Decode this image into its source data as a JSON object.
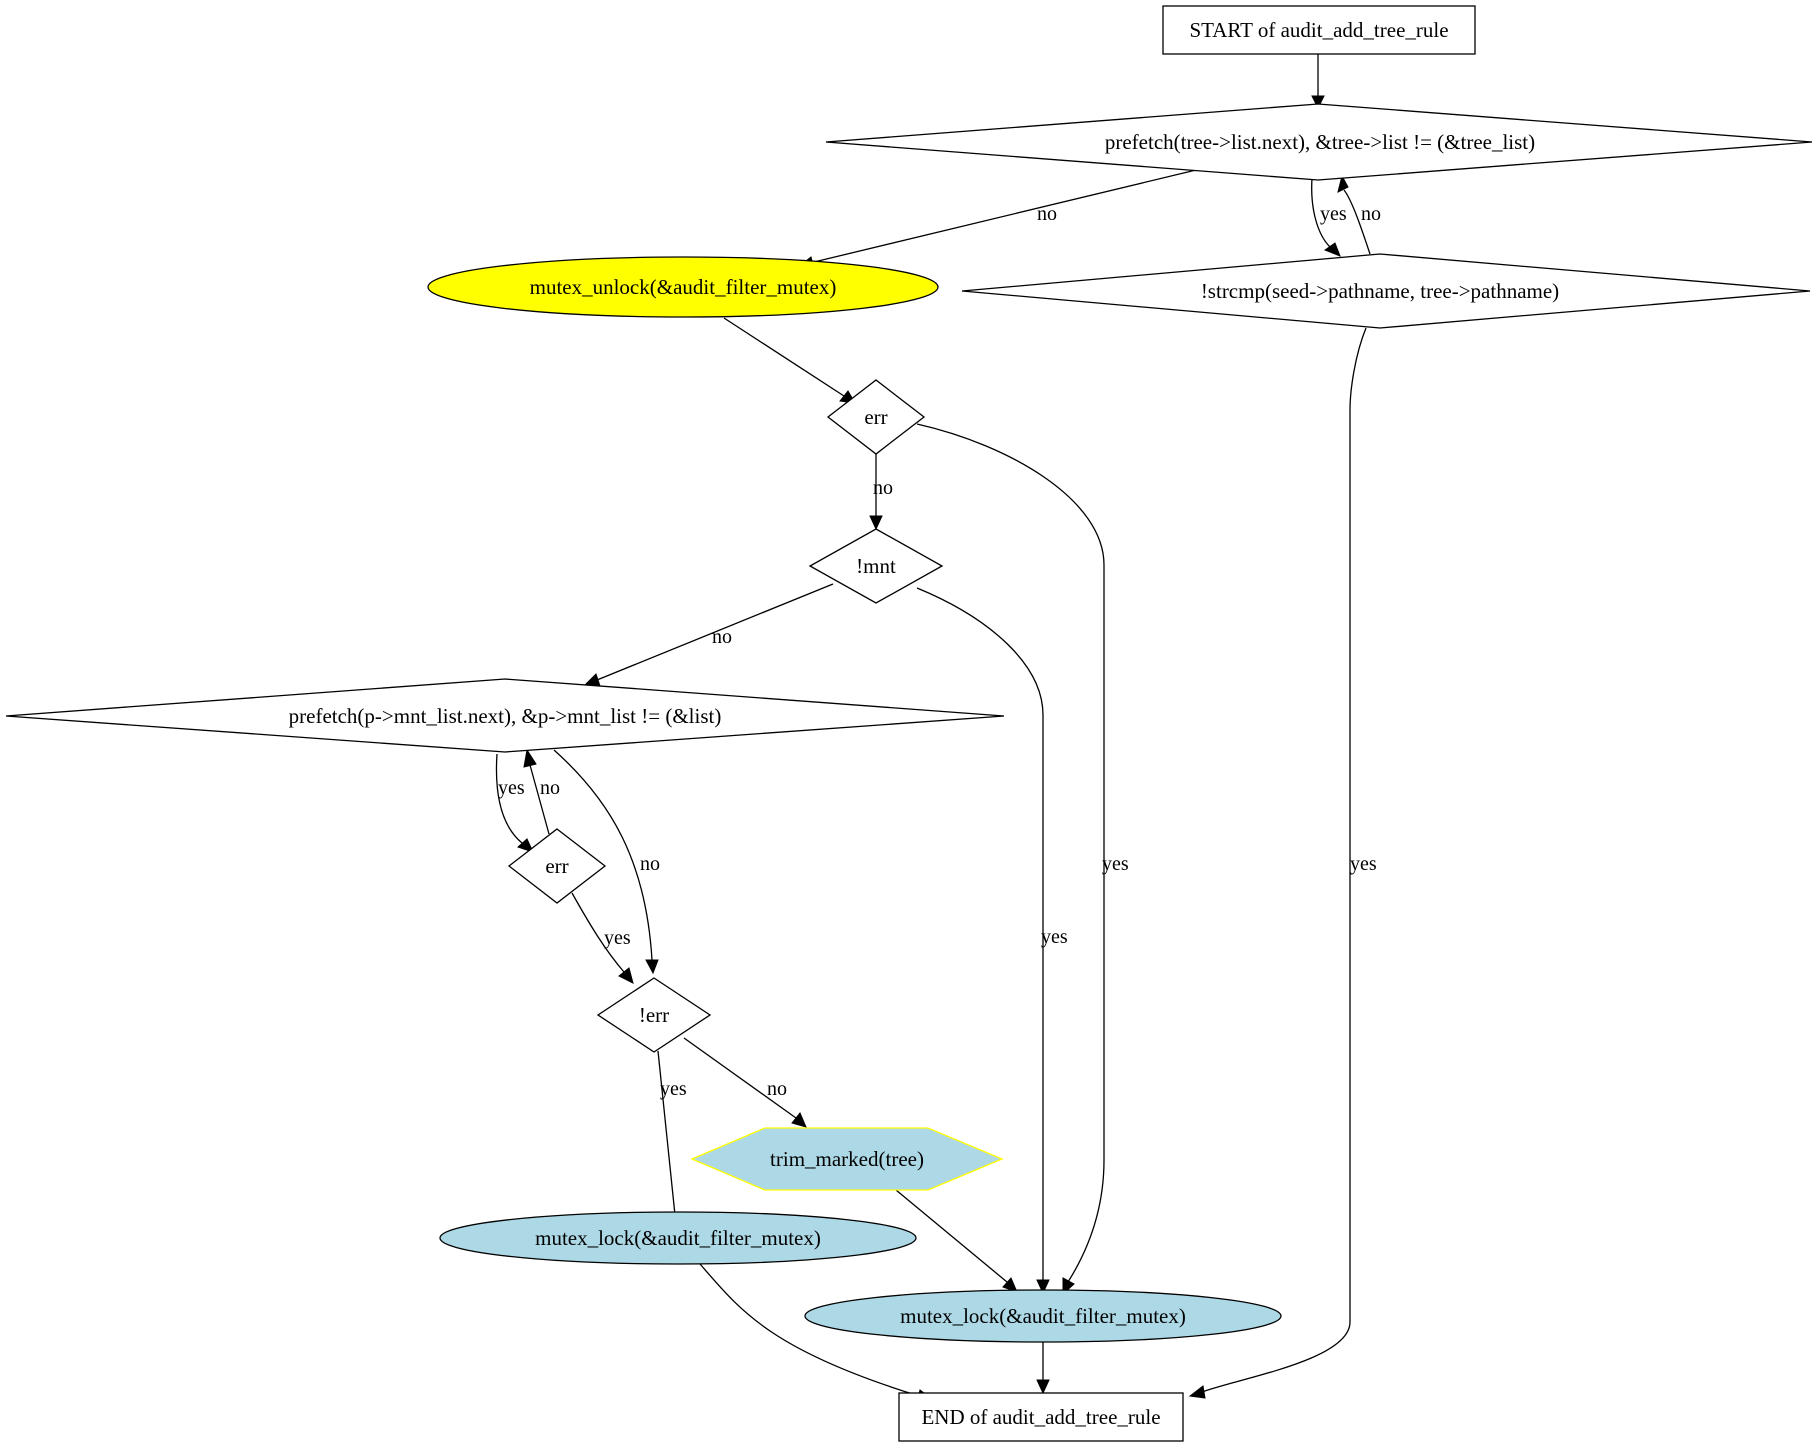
{
  "diagram": {
    "type": "flowchart",
    "colors": {
      "background": "#ffffff",
      "stroke": "#000000",
      "unlock_fill": "#ffff00",
      "lock_fill": "#add8e6",
      "trim_fill": "#add8e6",
      "trim_stroke": "#ffff00"
    },
    "nodes": {
      "start": "START of audit_add_tree_rule",
      "loop_tree": "prefetch(tree->list.next), &tree->list != (&tree_list)",
      "strcmp": "!strcmp(seed->pathname, tree->pathname)",
      "mutex_unlock": "mutex_unlock(&audit_filter_mutex)",
      "err1": "err",
      "mnt": "!mnt",
      "loop_mnt": "prefetch(p->mnt_list.next), &p->mnt_list != (&list)",
      "err2": "err",
      "not_err": "!err",
      "trim_marked": "trim_marked(tree)",
      "mutex_lock_a": "mutex_lock(&audit_filter_mutex)",
      "mutex_lock_b": "mutex_lock(&audit_filter_mutex)",
      "end": "END of audit_add_tree_rule"
    },
    "edges": [
      {
        "from": "start",
        "to": "loop_tree",
        "label": ""
      },
      {
        "from": "loop_tree",
        "to": "mutex_unlock",
        "label": "no"
      },
      {
        "from": "loop_tree",
        "to": "strcmp",
        "label": "yes"
      },
      {
        "from": "strcmp",
        "to": "loop_tree",
        "label": "no"
      },
      {
        "from": "strcmp",
        "to": "end",
        "label": "yes"
      },
      {
        "from": "mutex_unlock",
        "to": "err1",
        "label": ""
      },
      {
        "from": "err1",
        "to": "mnt",
        "label": "no"
      },
      {
        "from": "err1",
        "to": "mutex_lock_b",
        "label": "yes"
      },
      {
        "from": "mnt",
        "to": "loop_mnt",
        "label": "no"
      },
      {
        "from": "mnt",
        "to": "mutex_lock_b",
        "label": "yes"
      },
      {
        "from": "loop_mnt",
        "to": "err2",
        "label": "yes"
      },
      {
        "from": "err2",
        "to": "loop_mnt",
        "label": "no"
      },
      {
        "from": "loop_mnt",
        "to": "not_err",
        "label": "no"
      },
      {
        "from": "err2",
        "to": "not_err",
        "label": "yes"
      },
      {
        "from": "not_err",
        "to": "mutex_lock_a",
        "label": "yes"
      },
      {
        "from": "not_err",
        "to": "trim_marked",
        "label": "no"
      },
      {
        "from": "trim_marked",
        "to": "mutex_lock_b",
        "label": ""
      },
      {
        "from": "mutex_lock_a",
        "to": "end",
        "label": ""
      },
      {
        "from": "mutex_lock_b",
        "to": "end",
        "label": ""
      }
    ]
  }
}
